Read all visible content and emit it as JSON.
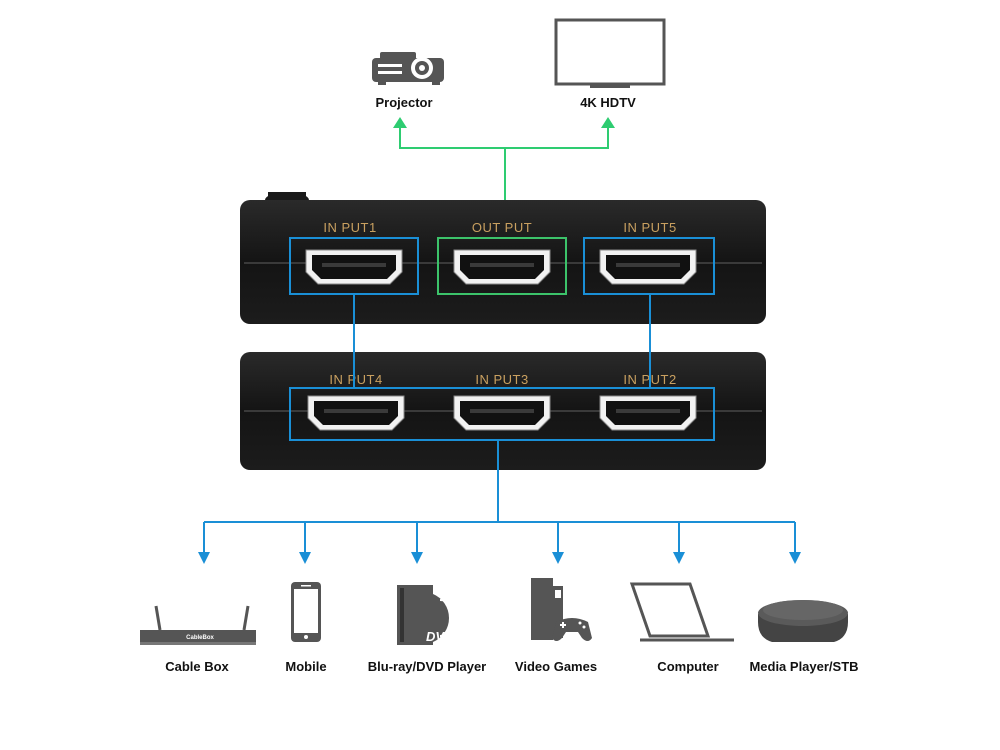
{
  "outputs": [
    {
      "label": "Projector",
      "icon": "projector-icon"
    },
    {
      "label": "4K HDTV",
      "icon": "tv-icon"
    }
  ],
  "switch": {
    "top_ports": [
      "IN PUT1",
      "OUT PUT",
      "IN PUT5"
    ],
    "bottom_ports": [
      "IN PUT4",
      "IN PUT3",
      "IN PUT2"
    ]
  },
  "sources": [
    {
      "label": "Cable Box",
      "icon": "cable-box-icon",
      "brand": "CableBox"
    },
    {
      "label": "Mobile",
      "icon": "mobile-phone-icon"
    },
    {
      "label": "Blu-ray/DVD Player",
      "icon": "dvd-player-icon",
      "badge": "DVD"
    },
    {
      "label": "Video Games",
      "icon": "game-console-icon"
    },
    {
      "label": "Computer",
      "icon": "laptop-icon"
    },
    {
      "label": "Media Player/STB",
      "icon": "media-player-icon"
    }
  ],
  "colors": {
    "output_line": "#2ecc71",
    "input_line": "#1a8fd6",
    "box_outline": "#1a8fd6",
    "output_box_outline": "#3cc36a",
    "device_body": "#161616",
    "port_label": "#c9a060",
    "icon_gray": "#555555"
  }
}
